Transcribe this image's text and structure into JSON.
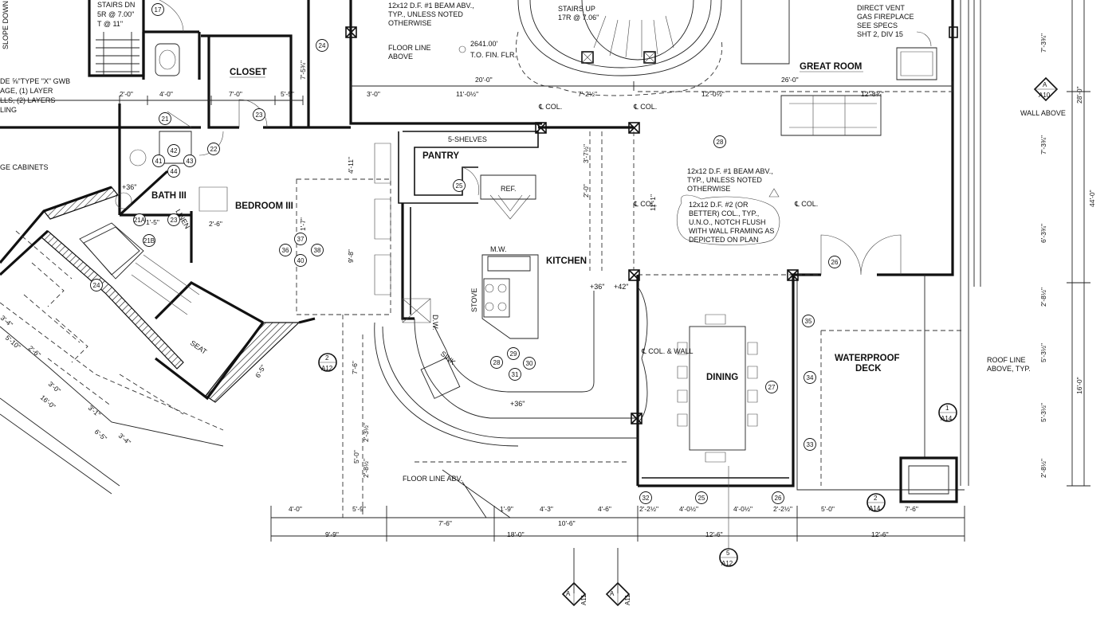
{
  "rooms": {
    "closet": "CLOSET",
    "bath": "BATH III",
    "bedroom": "BEDROOM III",
    "pantry": "PANTRY",
    "kitchen": "KITCHEN",
    "great_room": "GREAT ROOM",
    "dining": "DINING",
    "deck_1": "WATERPROOF",
    "deck_2": "DECK"
  },
  "labels": {
    "stairs_dn": "STAIRS DN",
    "stairs_dn_2": "5R @ 7.00\"",
    "stairs_dn_3": "T @ 11\"",
    "slope_down": "SLOPE DOWN",
    "gwb_1": "DE ⅝\"TYPE \"X\" GWB",
    "gwb_2": "AGE, (1) LAYER",
    "gwb_3": "LLS, (2) LAYERS",
    "gwb_4": "LING",
    "cabinets": "GE CABINETS",
    "beam_1a": "12x12 D.F. #1 BEAM ABV.,",
    "beam_1b": "TYP., UNLESS NOTED",
    "beam_1c": "OTHERWISE",
    "floor_line_1": "FLOOR LINE",
    "floor_line_2": "ABOVE",
    "elev": "2641.00'",
    "tofin": "T.O. FIN. FLR.",
    "stairs_up": "STAIRS UP",
    "stairs_up_2": "17R @ 7.06\"",
    "fireplace_1": "DIRECT VENT",
    "fireplace_2": "GAS FIREPLACE",
    "fireplace_3": "SEE SPECS",
    "fireplace_4": "SHT 2, DIV 15",
    "wall_above": "WALL ABOVE",
    "shelves": "5-SHELVES",
    "ref": "REF.",
    "mw": "M.W.",
    "stove": "STOVE",
    "dw": "D.W.",
    "sink": "SINK",
    "linen": "LINEN",
    "seat": "SEAT",
    "beam_2a": "12x12 D.F. #1 BEAM ABV.,",
    "beam_2b": "TYP., UNLESS NOTED",
    "beam_2c": "OTHERWISE",
    "col_1": "12x12 D.F. #2 (OR",
    "col_2": "BETTER) COL., TYP.,",
    "col_3": "U.N.O., NOTCH FLUSH",
    "col_4": "WITH WALL FRAMING AS",
    "col_5": "DEPICTED ON PLAN",
    "col_a": "℄ COL.",
    "col_b": "℄ COL.",
    "col_c": "℄ COL.",
    "col_d": "℄ COL.",
    "col_wall": "℄ COL. & WALL",
    "roof_1": "ROOF LINE",
    "roof_2": "ABOVE, TYP.",
    "floor_line_abv": "FLOOR LINE ABV.",
    "plus36a": "+36\"",
    "plus36b": "+36\"",
    "plus36c": "+36\"",
    "plus42": "+42\""
  },
  "dimensions": {
    "d20": "20'-0\"",
    "d26": "26'-0\"",
    "d2_0": "2'-0\"",
    "d4_0": "4'-0\"",
    "d7_0": "7'-0\"",
    "d5_5": "5'-5\"",
    "d3_0": "3'-0\"",
    "d11_0": "11'-0½\"",
    "d7_2": "7'-2½\"",
    "d12_0": "12'-0½\"",
    "d12_8": "12'-8¾\"",
    "d7_3r": "7'-3¾\"",
    "d28": "28'-0\"",
    "d7_3r2": "7'-3¾\"",
    "d44": "44'-0\"",
    "d6_3": "6'-3¾\"",
    "d2_8": "2'-8½\"",
    "d5_3": "5'-3½\"",
    "d16": "16'-0\"",
    "d5_3b": "5'-3½\"",
    "d2_8b": "2'-8½\"",
    "b4_0": "4'-0\"",
    "b5_9": "5'-9\"",
    "b7_6": "7'-6\"",
    "b1_9": "1'-9\"",
    "b4_3": "4'-3\"",
    "b4_6": "4'-6\"",
    "b2_2": "2'-2½\"",
    "b4_0b": "4'-0½\"",
    "b4_0c": "4'-0½\"",
    "b2_2b": "2'-2½\"",
    "b5_0": "5'-0\"",
    "b7_6b": "7'-6\"",
    "c9_9": "9'-9\"",
    "c10_6": "10'-6\"",
    "c18": "18'-0\"",
    "c12_6": "12'-6\"",
    "c12_6b": "12'-6\"",
    "v7_6": "7'-6\"",
    "v5_0": "5'-0\"",
    "v2_3": "2'-3½\"",
    "v2_8": "2'-8½\"",
    "v6_5": "6'-5\"",
    "v4_11": "4'-11\"",
    "v9_8": "9'-8\"",
    "v7_5": "7'-5¾\"",
    "v3_7": "3'-7½\"",
    "v2_0": "2'-0\"",
    "v11_1": "11'-1\"",
    "v2_6": "2'-6\"",
    "v1_5": "1'-5\"",
    "v1_7": "1'-7\"",
    "a3_4": "3'-4\"",
    "a5_10": "5'-10\"",
    "a2_6": "2'-6\"",
    "a3_0": "3'-0\"",
    "a16": "16'-0\"",
    "a3_1": "3'-1\"",
    "a6_5": "6'-5\"",
    "a3_4b": "3'-4\""
  },
  "tags": [
    "17",
    "24",
    "21",
    "22",
    "23",
    "25",
    "26",
    "27",
    "28",
    "29",
    "30",
    "31",
    "32",
    "33",
    "34",
    "35",
    "36",
    "37",
    "38",
    "40",
    "41",
    "42",
    "43",
    "44",
    "21A",
    "21B",
    "23",
    "24",
    "25",
    "26",
    "28"
  ],
  "section_markers": [
    {
      "num": "2",
      "sheet": "A12"
    },
    {
      "num": "A",
      "sheet": "A10"
    },
    {
      "num": "1",
      "sheet": "A14"
    },
    {
      "num": "2",
      "sheet": "A14"
    },
    {
      "num": "5",
      "sheet": "A12"
    },
    {
      "num": "A",
      "sheet": "A11"
    },
    {
      "num": "A",
      "sheet": "A11"
    }
  ]
}
